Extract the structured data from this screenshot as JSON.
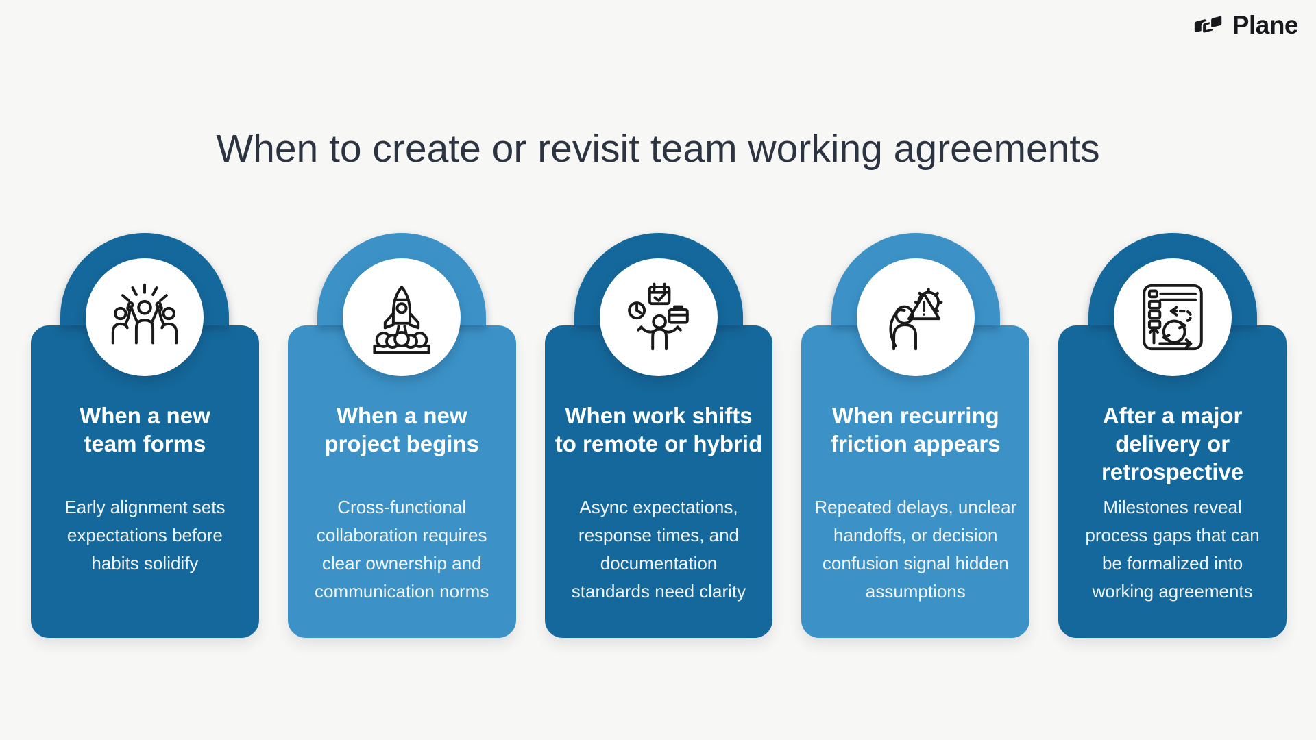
{
  "page": {
    "background": "#F7F7F5"
  },
  "brand": {
    "name": "Plane"
  },
  "header": {
    "title": "When to create or revisit team working agreements"
  },
  "colors": {
    "dark_card": "#15689B",
    "light_card": "#3C92C7",
    "heading_text": "#2B3440",
    "card_title_text": "#FFFFFF",
    "card_body_text": "#DAEDF9",
    "icon_stroke": "#1A1A1A",
    "logo_text": "#17191C"
  },
  "cards": [
    {
      "variant": "dark",
      "icon": "team-celebration-icon",
      "title_lines": [
        "When a new",
        "team forms"
      ],
      "body_lines": [
        "Early alignment sets",
        "expectations before",
        "habits solidify"
      ]
    },
    {
      "variant": "light",
      "icon": "rocket-launch-icon",
      "title_lines": [
        "When a new",
        "project begins"
      ],
      "body_lines": [
        "Cross-functional",
        "collaboration requires",
        "clear ownership and",
        "communication norms"
      ]
    },
    {
      "variant": "dark",
      "icon": "shifting-work-icon",
      "title_lines": [
        "When work shifts",
        "to remote or hybrid"
      ],
      "body_lines": [
        "Async expectations,",
        "response times, and",
        "documentation",
        "standards need clarity"
      ]
    },
    {
      "variant": "light",
      "icon": "recurring-friction-icon",
      "title_lines": [
        "When recurring",
        "friction appears"
      ],
      "body_lines": [
        "Repeated delays, unclear",
        "handoffs, or decision",
        "confusion signal hidden",
        "assumptions"
      ]
    },
    {
      "variant": "dark",
      "icon": "retrospective-icon",
      "title_lines": [
        "After a major",
        "delivery or",
        "retrospective"
      ],
      "body_lines": [
        "Milestones reveal",
        "process gaps that can",
        "be formalized into",
        "working agreements"
      ]
    }
  ]
}
